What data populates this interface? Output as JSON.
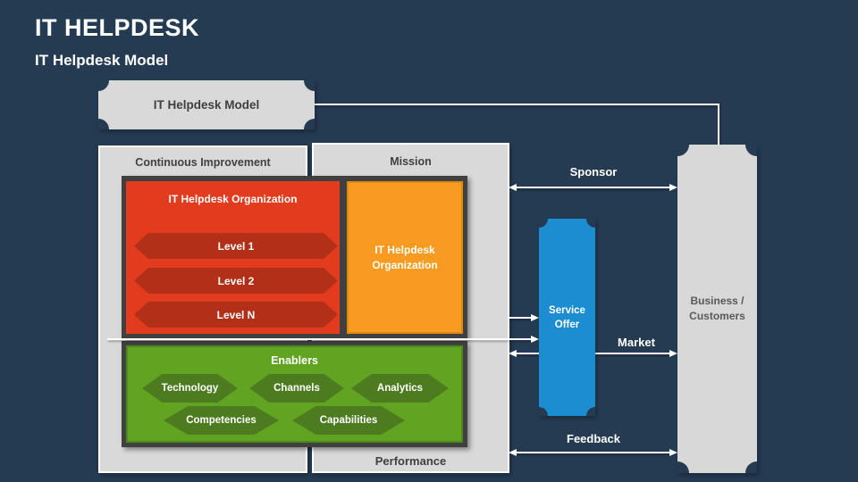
{
  "slide": {
    "title": "IT HELPDESK",
    "subtitle": "IT Helpdesk Model"
  },
  "model_box": {
    "label": "IT Helpdesk Model"
  },
  "panels": {
    "continuous_improvement": "Continuous Improvement",
    "mission": "Mission",
    "performance": "Performance"
  },
  "red_section": {
    "title": "IT Helpdesk Organization",
    "levels": [
      "Level 1",
      "Level 2",
      "Level N"
    ]
  },
  "orange_section": {
    "line1": "IT Helpdesk",
    "line2": "Organization"
  },
  "enablers": {
    "title": "Enablers",
    "row1": [
      "Technology",
      "Channels",
      "Analytics"
    ],
    "row2": [
      "Competencies",
      "Capabilities"
    ]
  },
  "service_offer": {
    "line1": "Service",
    "line2": "Offer"
  },
  "business": {
    "line1": "Business /",
    "line2": "Customers"
  },
  "arrow_labels": {
    "sponsor": "Sponsor",
    "market": "Market",
    "feedback": "Feedback"
  },
  "colors": {
    "background_navy": "#243B52",
    "panel_gray": "#D9D9D9",
    "dark_frame": "#404040",
    "red": "#E23B1E",
    "dark_red": "#B23018",
    "orange": "#F89B20",
    "green": "#60A421",
    "dark_green": "#4C7C1F",
    "blue": "#1C8DD0",
    "line_white": "#FFFFFF",
    "dark_text": "#404040"
  }
}
